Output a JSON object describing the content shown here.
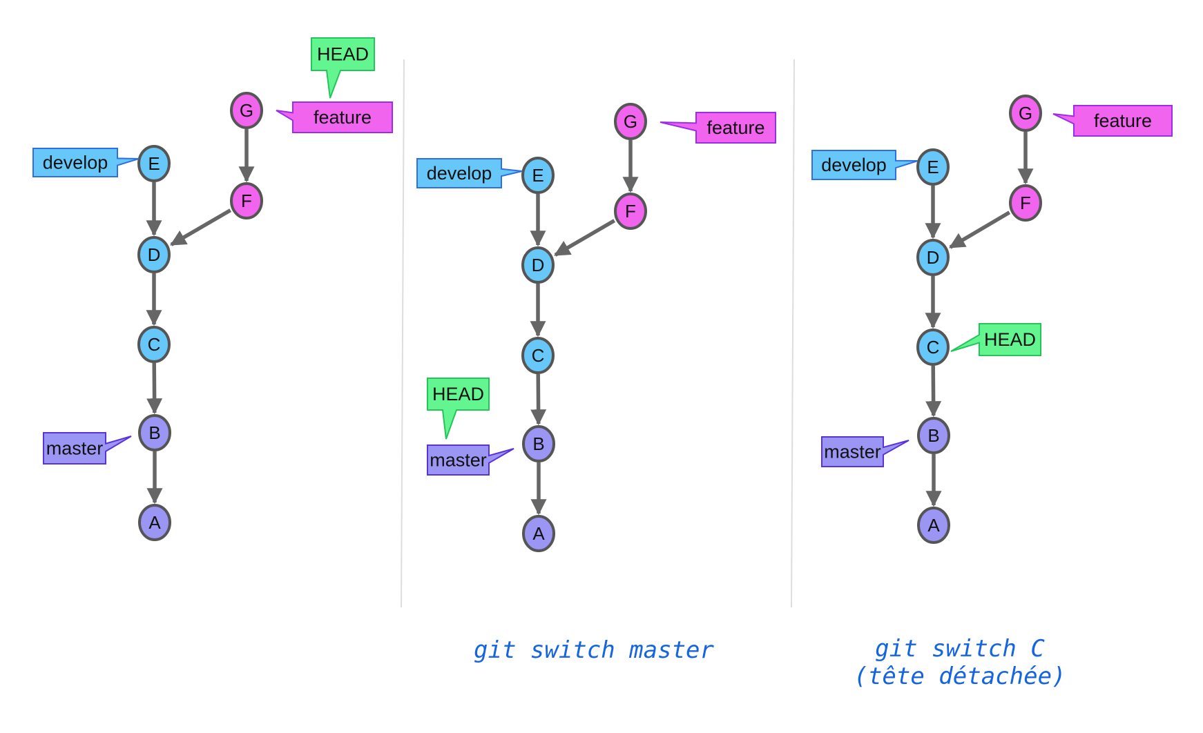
{
  "colors": {
    "blue_fill": "#66c7f8",
    "blue_stroke": "#2f6fe0",
    "purple_fill": "#9b96f3",
    "purple_stroke": "#5b32d8",
    "pink_fill": "#f064ee",
    "pink_stroke": "#9a2ee8",
    "green_fill": "#63f58f",
    "green_stroke": "#25c45a",
    "node_stroke": "#555555",
    "edge": "#666666",
    "divider": "#dddddd",
    "caption": "#1565e0"
  },
  "panels": [
    {
      "nodes": [
        {
          "id": "G",
          "label": "G",
          "color": "pink"
        },
        {
          "id": "F",
          "label": "F",
          "color": "pink"
        },
        {
          "id": "E",
          "label": "E",
          "color": "blue"
        },
        {
          "id": "D",
          "label": "D",
          "color": "blue"
        },
        {
          "id": "C",
          "label": "C",
          "color": "blue"
        },
        {
          "id": "B",
          "label": "B",
          "color": "purple"
        },
        {
          "id": "A",
          "label": "A",
          "color": "purple"
        }
      ],
      "edges": [
        [
          "G",
          "F"
        ],
        [
          "F",
          "D"
        ],
        [
          "E",
          "D"
        ],
        [
          "D",
          "C"
        ],
        [
          "C",
          "B"
        ],
        [
          "B",
          "A"
        ]
      ],
      "labels": [
        {
          "text": "HEAD",
          "color": "green",
          "target": "feature"
        },
        {
          "text": "feature",
          "color": "pink",
          "target": "G"
        },
        {
          "text": "develop",
          "color": "blue",
          "target": "E"
        },
        {
          "text": "master",
          "color": "purple",
          "target": "B"
        }
      ],
      "caption": []
    },
    {
      "nodes": [
        {
          "id": "G",
          "label": "G",
          "color": "pink"
        },
        {
          "id": "F",
          "label": "F",
          "color": "pink"
        },
        {
          "id": "E",
          "label": "E",
          "color": "blue"
        },
        {
          "id": "D",
          "label": "D",
          "color": "blue"
        },
        {
          "id": "C",
          "label": "C",
          "color": "blue"
        },
        {
          "id": "B",
          "label": "B",
          "color": "purple"
        },
        {
          "id": "A",
          "label": "A",
          "color": "purple"
        }
      ],
      "edges": [
        [
          "G",
          "F"
        ],
        [
          "F",
          "D"
        ],
        [
          "E",
          "D"
        ],
        [
          "D",
          "C"
        ],
        [
          "C",
          "B"
        ],
        [
          "B",
          "A"
        ]
      ],
      "labels": [
        {
          "text": "feature",
          "color": "pink",
          "target": "G"
        },
        {
          "text": "develop",
          "color": "blue",
          "target": "E"
        },
        {
          "text": "HEAD",
          "color": "green",
          "target": "master"
        },
        {
          "text": "master",
          "color": "purple",
          "target": "B"
        }
      ],
      "caption": [
        "git switch master"
      ]
    },
    {
      "nodes": [
        {
          "id": "G",
          "label": "G",
          "color": "pink"
        },
        {
          "id": "F",
          "label": "F",
          "color": "pink"
        },
        {
          "id": "E",
          "label": "E",
          "color": "blue"
        },
        {
          "id": "D",
          "label": "D",
          "color": "blue"
        },
        {
          "id": "C",
          "label": "C",
          "color": "blue"
        },
        {
          "id": "B",
          "label": "B",
          "color": "purple"
        },
        {
          "id": "A",
          "label": "A",
          "color": "purple"
        }
      ],
      "edges": [
        [
          "G",
          "F"
        ],
        [
          "F",
          "D"
        ],
        [
          "E",
          "D"
        ],
        [
          "D",
          "C"
        ],
        [
          "C",
          "B"
        ],
        [
          "B",
          "A"
        ]
      ],
      "labels": [
        {
          "text": "feature",
          "color": "pink",
          "target": "G"
        },
        {
          "text": "develop",
          "color": "blue",
          "target": "E"
        },
        {
          "text": "HEAD",
          "color": "green",
          "target": "C"
        },
        {
          "text": "master",
          "color": "purple",
          "target": "B"
        }
      ],
      "caption": [
        "git switch C",
        "(tête détachée)"
      ]
    }
  ]
}
